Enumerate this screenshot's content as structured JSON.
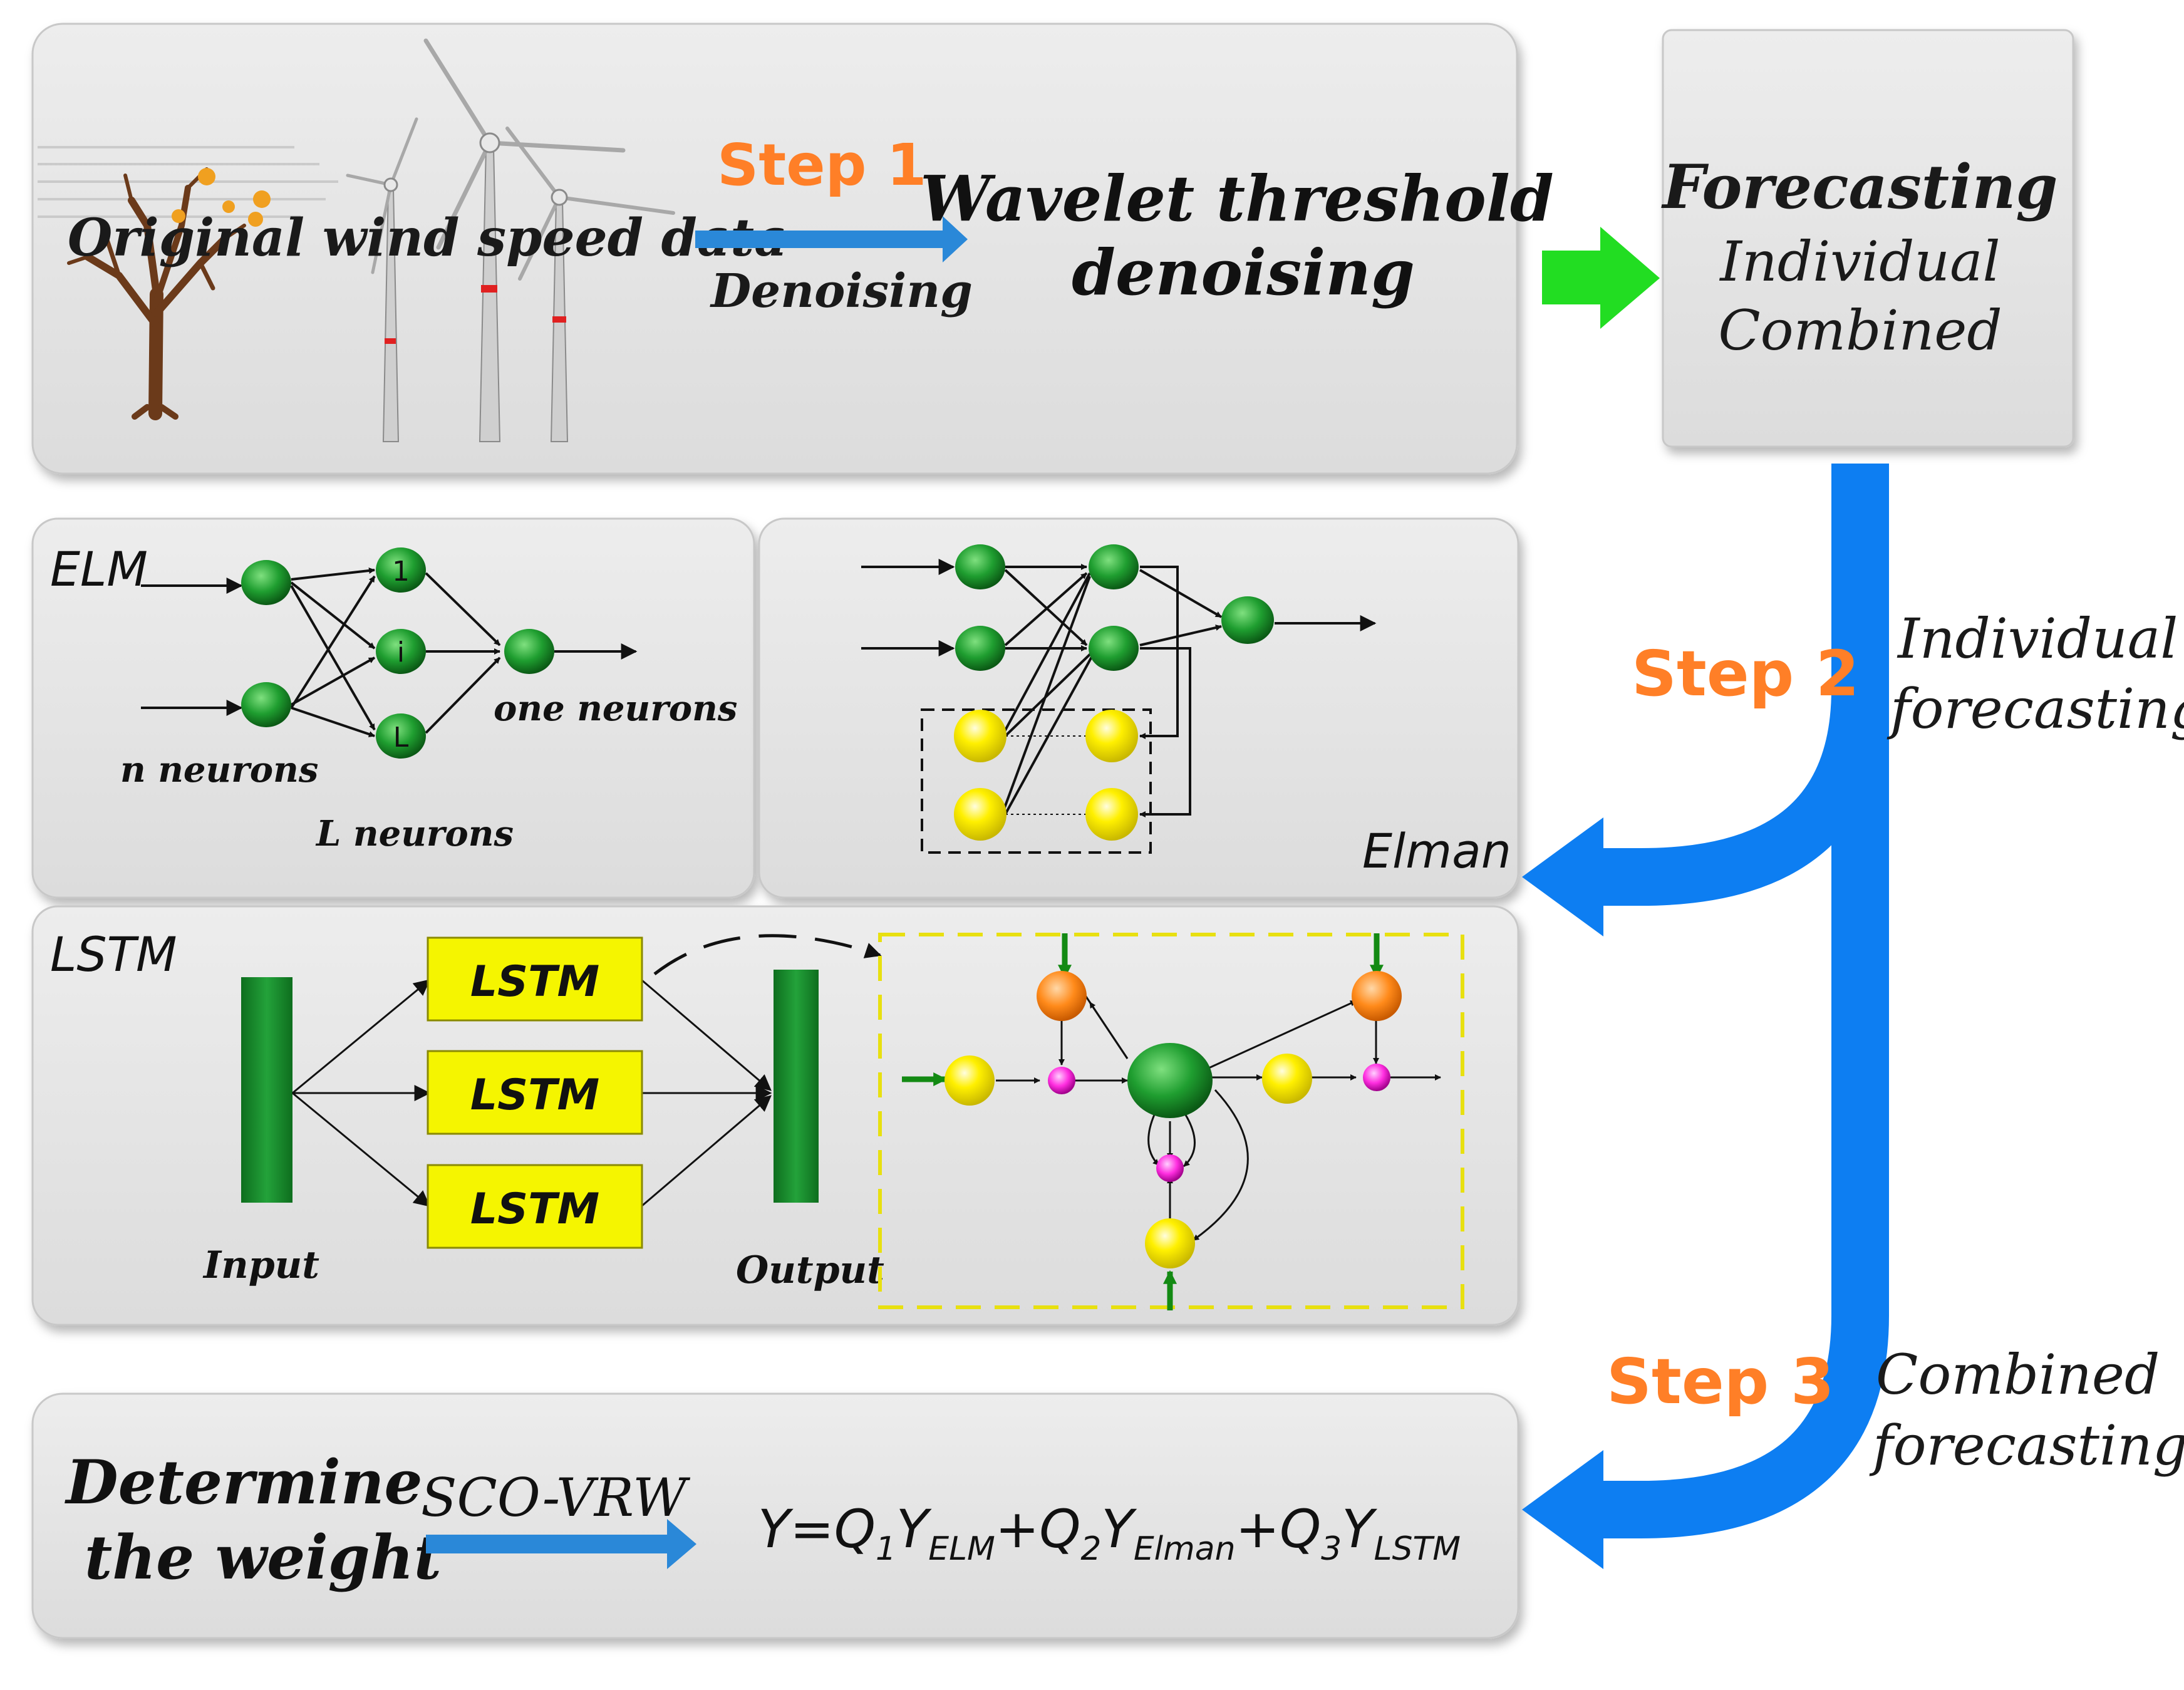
{
  "step1": {
    "source_label": "Original wind speed data",
    "step_label": "Step 1",
    "arrow_label": "Denoising",
    "result_line1": "Wavelet threshold",
    "result_line2": "denoising"
  },
  "forecast_box": {
    "line1": "Forecasting",
    "line2": "Individual",
    "line3": "Combined"
  },
  "step2": {
    "step_label": "Step 2",
    "desc_line1": "Individual",
    "desc_line2": "forecasting"
  },
  "step3": {
    "step_label": "Step 3",
    "desc_line1": "Combined",
    "desc_line2": "forecasting"
  },
  "elm": {
    "title": "ELM",
    "n_label": "n neurons",
    "l_label": "L neurons",
    "one_label": "one neurons",
    "node1": "1",
    "node2": "i",
    "node3": "L"
  },
  "elman": {
    "title": "Elman"
  },
  "lstm": {
    "title": "LSTM",
    "cell1": "LSTM",
    "cell2": "LSTM",
    "cell3": "LSTM",
    "input_label": "Input",
    "output_label": "Output"
  },
  "weight": {
    "line1": "Determine",
    "line2": "the weight",
    "method": "SCO-VRW",
    "formula": {
      "y": "Y=Q",
      "s1": "1",
      "y1": "Y",
      "sub1": "ELM",
      "plus2": "+Q",
      "s2": "2",
      "y2": "Y",
      "sub2": "Elman",
      "plus3": "+Q",
      "s3": "3",
      "y3": "Y",
      "sub3": "LSTM"
    }
  },
  "colors": {
    "panel": "#e4e4e4",
    "step_orange": "#ff7f27",
    "flow_blue": "#0d7ef2",
    "arrow_green": "#22dd22",
    "node_green": "#1a9a2a",
    "node_yellow": "#ffee00",
    "lstm_yellow": "#f5f500",
    "gate_orange": "#ff8a1a",
    "gate_magenta": "#ff2ee0"
  }
}
